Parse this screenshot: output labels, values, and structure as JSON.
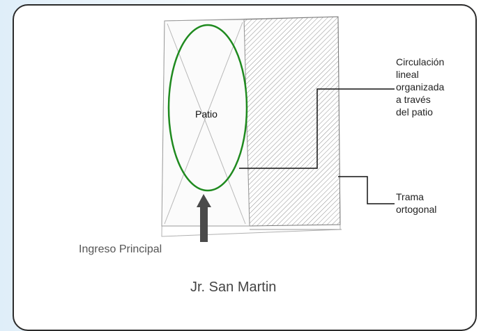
{
  "labels": {
    "patio": "Patio",
    "circulacion": [
      "Circulación",
      "lineal",
      "organizada",
      "a través",
      "del patio"
    ],
    "trama": [
      "Trama",
      "ortogonal"
    ],
    "ingreso": "Ingreso Principal",
    "street": "Jr. San Martin"
  },
  "colors": {
    "frame_border": "#2b2b2b",
    "patio_ellipse": "#1f8a1f",
    "hatch": "#9a9a9a",
    "arrow": "#4a4a4a"
  }
}
